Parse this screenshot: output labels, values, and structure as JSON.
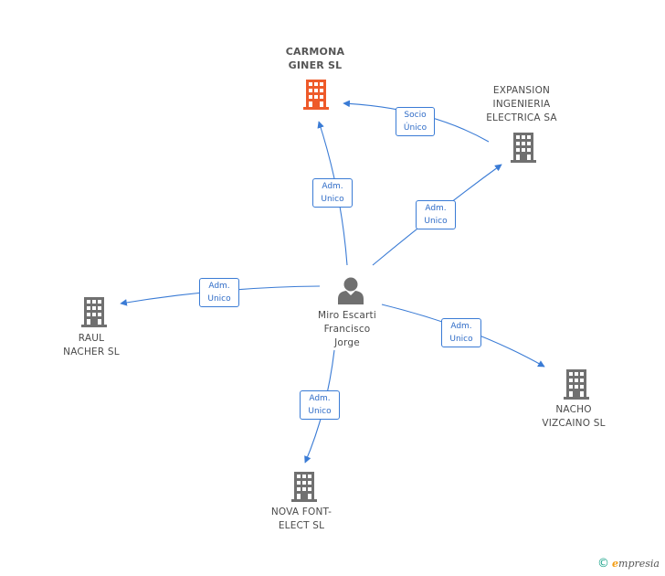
{
  "nodes": {
    "carmona": {
      "label_lines": [
        "CARMONA",
        "GINER SL"
      ],
      "icon": "building-icon",
      "color": "#ee5a2a"
    },
    "expansion": {
      "label_lines": [
        "EXPANSION",
        "INGENIERIA",
        "ELECTRICA SA"
      ],
      "icon": "building-icon",
      "color": "#707070"
    },
    "person": {
      "label_lines": [
        "Miro Escarti",
        "Francisco",
        "Jorge"
      ],
      "icon": "person-icon",
      "color": "#707070"
    },
    "raul": {
      "label_lines": [
        "RAUL",
        "NACHER SL"
      ],
      "icon": "building-icon",
      "color": "#707070"
    },
    "nacho": {
      "label_lines": [
        "NACHO",
        "VIZCAINO SL"
      ],
      "icon": "building-icon",
      "color": "#707070"
    },
    "nova": {
      "label_lines": [
        "NOVA FONT-",
        "ELECT SL"
      ],
      "icon": "building-icon",
      "color": "#707070"
    }
  },
  "edges": [
    {
      "id": "expansion-carmona",
      "label_lines": [
        "Socio",
        "Único"
      ]
    },
    {
      "id": "person-carmona",
      "label_lines": [
        "Adm.",
        "Unico"
      ]
    },
    {
      "id": "person-expansion",
      "label_lines": [
        "Adm.",
        "Unico"
      ]
    },
    {
      "id": "person-raul",
      "label_lines": [
        "Adm.",
        "Unico"
      ]
    },
    {
      "id": "person-nacho",
      "label_lines": [
        "Adm.",
        "Unico"
      ]
    },
    {
      "id": "person-nova",
      "label_lines": [
        "Adm.",
        "Unico"
      ]
    }
  ],
  "colors": {
    "edge": "#3a7bd5",
    "focus": "#ee5a2a",
    "node": "#707070"
  },
  "footer": {
    "copyright": "©",
    "brand_first": "e",
    "brand_rest": "mpresia"
  }
}
